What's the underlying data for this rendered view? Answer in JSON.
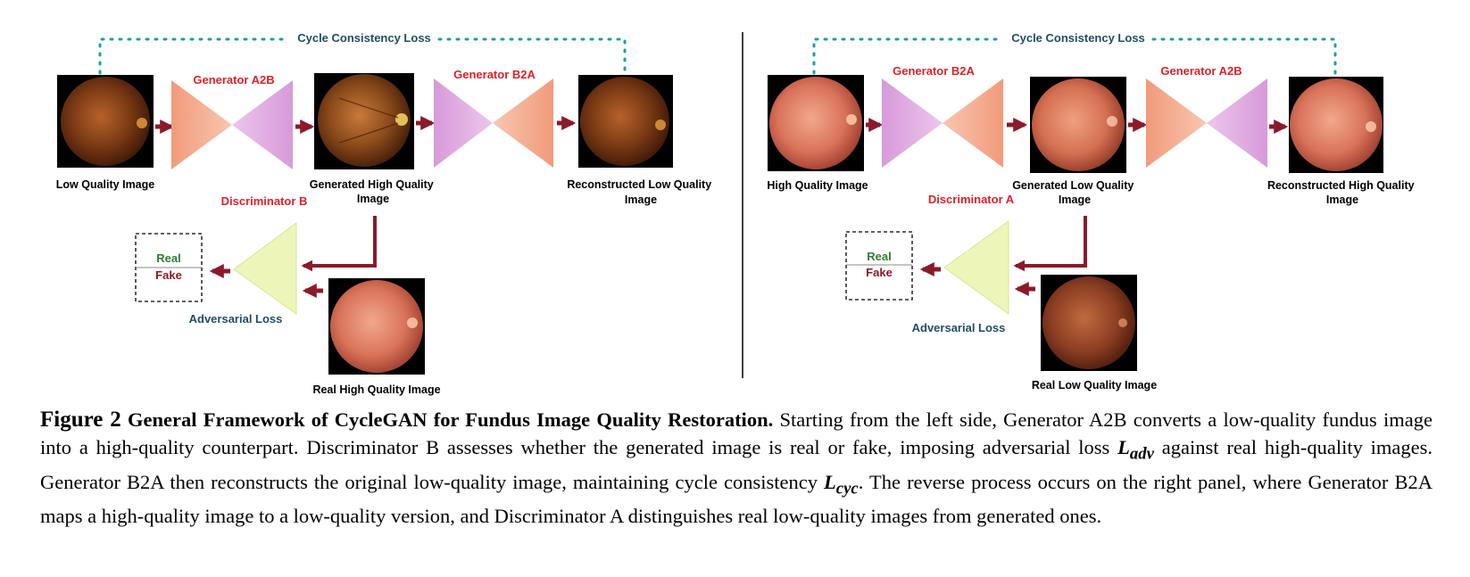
{
  "left_panel": {
    "cycle_loss_label": "Cycle Consistency Loss",
    "generator_1_label": "Generator A2B",
    "generator_2_label": "Generator B2A",
    "input_label": "Low Quality Image",
    "generated_label_line1": "Generated High Quality",
    "generated_label_line2": "Image",
    "reconstructed_label_line1": "Reconstructed Low Quality",
    "reconstructed_label_line2": "Image",
    "discriminator_label": "Discriminator B",
    "real_label": "Real",
    "fake_label": "Fake",
    "adversarial_label": "Adversarial Loss",
    "real_image_label": "Real High Quality Image"
  },
  "right_panel": {
    "cycle_loss_label": "Cycle Consistency Loss",
    "generator_1_label": "Generator B2A",
    "generator_2_label": "Generator A2B",
    "input_label": "High Quality Image",
    "generated_label_line1": "Generated Low Quality",
    "generated_label_line2": "Image",
    "reconstructed_label_line1": "Reconstructed High Quality",
    "reconstructed_label_line2": "Image",
    "discriminator_label": "Discriminator A",
    "real_label": "Real",
    "fake_label": "Fake",
    "adversarial_label": "Adversarial Loss",
    "real_image_label": "Real Low Quality Image"
  },
  "caption": {
    "figure_number": "Figure 2",
    "title": "General Framework of CycleGAN for Fundus Image Quality Restoration.",
    "text_1": "Starting from the left side, Generator A2B converts a low-quality fundus image into a high-quality counterpart. Discriminator B assesses whether the generated image is real or fake, imposing adversarial loss",
    "adv_symbol": "L",
    "adv_subscript": "adv",
    "text_2": "against real high-quality images. Generator B2A then reconstructs the original low-quality image, maintaining cycle consistency",
    "cyc_symbol": "L",
    "cyc_subscript": "cyc",
    "text_3": ". The reverse process occurs on the right panel, where Generator B2A maps a high-quality image to a low-quality version, and Discriminator A distinguishes real low-quality images from generated ones."
  },
  "colors": {
    "generator_label": "#e0202a",
    "loss_label": "#1f4e5f",
    "arrow": "#8b1a2b",
    "cycle_dots": "#1aa39a",
    "real_text": "#2e7d32",
    "fake_text": "#8b1a2b",
    "orange_funnel": "#f4a587",
    "purple_funnel": "#d9a3d9",
    "discriminator_fill": "#eef5b8"
  },
  "icons": [
    "fundus-image",
    "generator-funnel",
    "discriminator-triangle",
    "arrow"
  ]
}
